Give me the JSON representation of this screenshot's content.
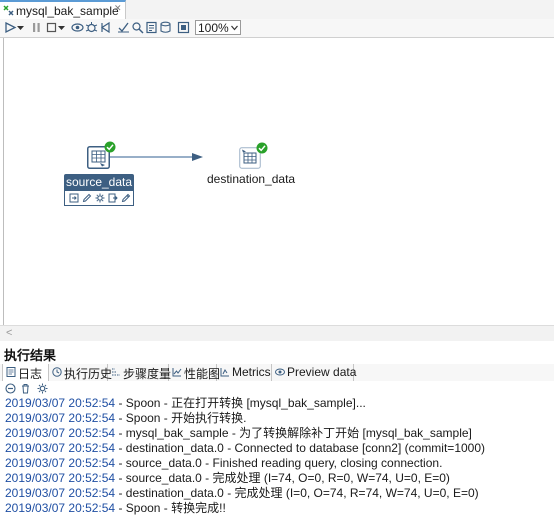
{
  "tab": {
    "title": "mysql_bak_sample",
    "close_glyph": "✕"
  },
  "toolbar": {
    "zoom_value": "100%",
    "icons": [
      "run-icon",
      "run-dropdown-icon",
      "pause-icon",
      "stop-icon",
      "stop-dropdown-icon",
      "preview-icon",
      "debug-icon",
      "replay-icon",
      "verify-icon",
      "analyze-icon",
      "sql-icon",
      "explore-db-icon",
      "show-results-icon",
      "zoom-dropdown-icon"
    ]
  },
  "canvas": {
    "nodes": [
      {
        "name": "source_data",
        "status": "success"
      },
      {
        "name": "destination_data",
        "status": "success"
      }
    ]
  },
  "results": {
    "title": "执行结果",
    "tabs": [
      {
        "label": "日志",
        "icon": "log-icon",
        "active": true
      },
      {
        "label": "执行历史",
        "icon": "history-icon"
      },
      {
        "label": "步骤度量",
        "icon": "step-metrics-icon"
      },
      {
        "label": "性能图",
        "icon": "performance-graph-icon"
      },
      {
        "label": "Metrics",
        "icon": "metrics-icon"
      },
      {
        "label": "Preview data",
        "icon": "preview-data-icon"
      }
    ],
    "log_lines": [
      {
        "time": "2019/03/07 20:52:54",
        "message": " - Spoon - 正在打开转换 [mysql_bak_sample]..."
      },
      {
        "time": "2019/03/07 20:52:54",
        "message": " - Spoon - 开始执行转换."
      },
      {
        "time": "2019/03/07 20:52:54",
        "message": " - mysql_bak_sample - 为了转换解除补丁开始  [mysql_bak_sample]"
      },
      {
        "time": "2019/03/07 20:52:54",
        "message": " - destination_data.0 - Connected to database [conn2] (commit=1000)"
      },
      {
        "time": "2019/03/07 20:52:54",
        "message": " - source_data.0 - Finished reading query, closing connection."
      },
      {
        "time": "2019/03/07 20:52:54",
        "message": " - source_data.0 - 完成处理 (I=74, O=0, R=0, W=74, U=0, E=0)"
      },
      {
        "time": "2019/03/07 20:52:54",
        "message": " - destination_data.0 - 完成处理 (I=0, O=74, R=74, W=74, U=0, E=0)"
      },
      {
        "time": "2019/03/07 20:52:54",
        "message": " - Spoon - 转换完成!!"
      }
    ]
  },
  "colors": {
    "accent": "#3d5f82",
    "success": "#2aa12a",
    "timestamp": "#1f4fa3",
    "hop": "#5a7fa8"
  }
}
